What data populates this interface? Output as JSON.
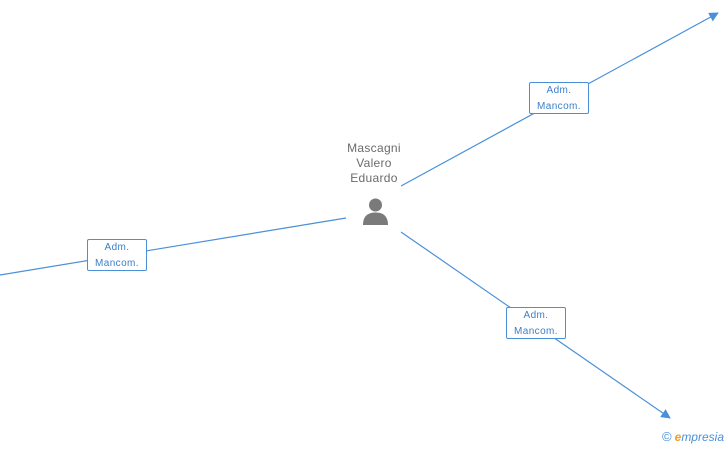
{
  "person": {
    "name_line1": "Mascagni",
    "name_line2": "Valero",
    "name_line3": "Eduardo",
    "icon": "person-icon"
  },
  "relations": [
    {
      "line1": "Adm.",
      "line2": "Mancom."
    },
    {
      "line1": "Adm.",
      "line2": "Mancom."
    },
    {
      "line1": "Adm.",
      "line2": "Mancom."
    }
  ],
  "watermark": {
    "copyright_symbol": "©",
    "brand_initial": "e",
    "brand_rest": "mpresia"
  },
  "colors": {
    "edge": "#4a90d9",
    "label_text": "#3a7fc8",
    "person_icon": "#7a7a7a",
    "name_text": "#6b6b6b"
  }
}
